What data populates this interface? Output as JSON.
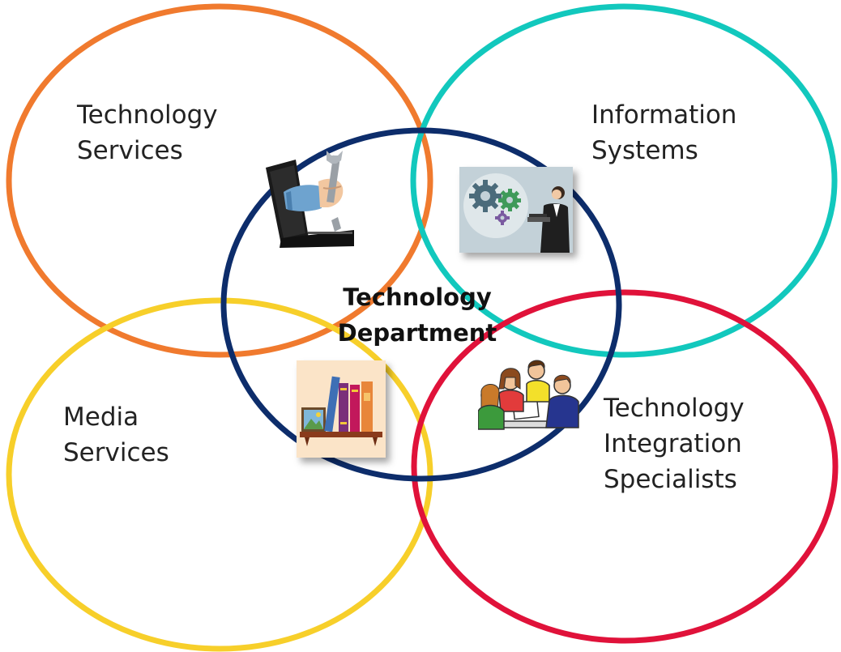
{
  "diagram": {
    "center": {
      "line1": "Technology",
      "line2": "Department",
      "color": "#0d2d6b"
    },
    "departments": [
      {
        "key": "technology_services",
        "lines": [
          "Technology",
          "Services"
        ],
        "color": "#f07a2e",
        "icon": "laptop-wrench-icon"
      },
      {
        "key": "information_systems",
        "lines": [
          "Information",
          "Systems"
        ],
        "color": "#12c8bd",
        "icon": "gears-businesswoman-icon"
      },
      {
        "key": "media_services",
        "lines": [
          "Media",
          "Services"
        ],
        "color": "#f7cf2a",
        "icon": "bookshelf-icon"
      },
      {
        "key": "technology_integration_specialists",
        "lines": [
          "Technology",
          "Integration",
          "Specialists"
        ],
        "color": "#e0123a",
        "icon": "team-meeting-icon"
      }
    ]
  }
}
